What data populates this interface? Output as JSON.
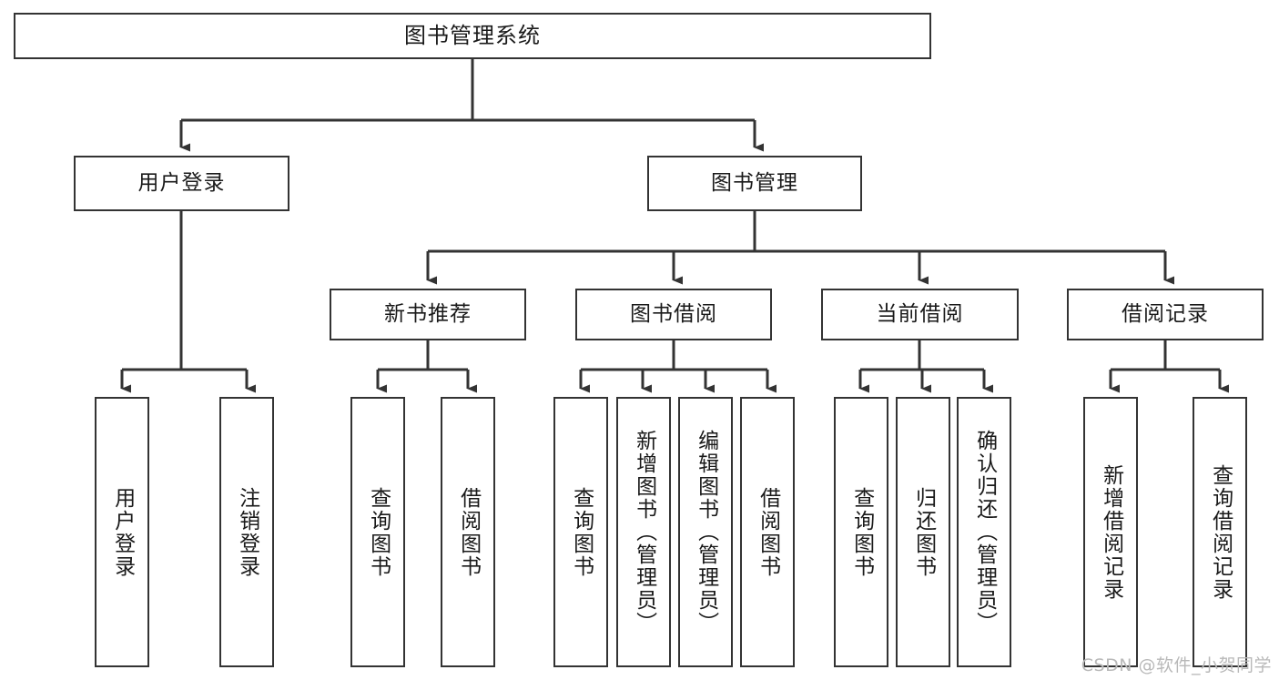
{
  "diagram": {
    "type": "tree-hierarchy",
    "title": "图书管理系统",
    "watermark": "CSDN @软件_小贺同学",
    "colors": {
      "box_border": "#333333",
      "box_fill": "#ffffff",
      "connector": "#333333",
      "text": "#1a1a1a",
      "watermark": "#b9b9b9",
      "background": "#ffffff"
    },
    "levels": {
      "root": {
        "label": "图书管理系统"
      },
      "level2": [
        {
          "id": "user-login",
          "label": "用户登录"
        },
        {
          "id": "book-manage",
          "label": "图书管理"
        }
      ],
      "level3": [
        {
          "id": "new-book-recommend",
          "label": "新书推荐",
          "parent": "book-manage"
        },
        {
          "id": "book-borrow",
          "label": "图书借阅",
          "parent": "book-manage"
        },
        {
          "id": "current-borrow",
          "label": "当前借阅",
          "parent": "book-manage"
        },
        {
          "id": "borrow-record",
          "label": "借阅记录",
          "parent": "book-manage"
        }
      ],
      "leaves": [
        {
          "id": "leaf-user-login",
          "label": "用户登录",
          "parent": "user-login"
        },
        {
          "id": "leaf-user-logout",
          "label": "注销登录",
          "parent": "user-login"
        },
        {
          "id": "leaf-query-book-1",
          "label": "查询图书",
          "parent": "new-book-recommend"
        },
        {
          "id": "leaf-borrow-book-1",
          "label": "借阅图书",
          "parent": "new-book-recommend"
        },
        {
          "id": "leaf-query-book-2",
          "label": "查询图书",
          "parent": "book-borrow"
        },
        {
          "id": "leaf-add-book",
          "label": "新增图书（管理员）",
          "parent": "book-borrow"
        },
        {
          "id": "leaf-edit-book",
          "label": "编辑图书（管理员）",
          "parent": "book-borrow"
        },
        {
          "id": "leaf-borrow-book-2",
          "label": "借阅图书",
          "parent": "book-borrow"
        },
        {
          "id": "leaf-query-book-3",
          "label": "查询图书",
          "parent": "current-borrow"
        },
        {
          "id": "leaf-return-book",
          "label": "归还图书",
          "parent": "current-borrow"
        },
        {
          "id": "leaf-confirm-return",
          "label": "确认归还（管理员）",
          "parent": "current-borrow"
        },
        {
          "id": "leaf-add-record",
          "label": "新增借阅记录",
          "parent": "borrow-record"
        },
        {
          "id": "leaf-query-record",
          "label": "查询借阅记录",
          "parent": "borrow-record"
        }
      ]
    }
  }
}
